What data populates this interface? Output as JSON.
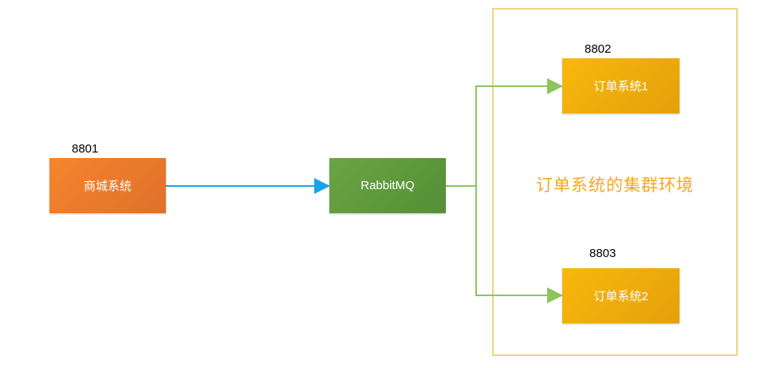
{
  "nodes": {
    "mall": {
      "label": "商城系统",
      "port": "8801"
    },
    "mq": {
      "label": "RabbitMQ"
    },
    "order1": {
      "label": "订单系统1",
      "port": "8802"
    },
    "order2": {
      "label": "订单系统2",
      "port": "8803"
    }
  },
  "cluster": {
    "label": "订单系统的集群环境"
  },
  "colors": {
    "mall": "#ef7b2a",
    "mq": "#5f9a3e",
    "order": "#f0a90c",
    "cluster_border": "#f3d37c",
    "arrow_blue": "#1aa3e8",
    "arrow_green": "#8cc65a"
  }
}
